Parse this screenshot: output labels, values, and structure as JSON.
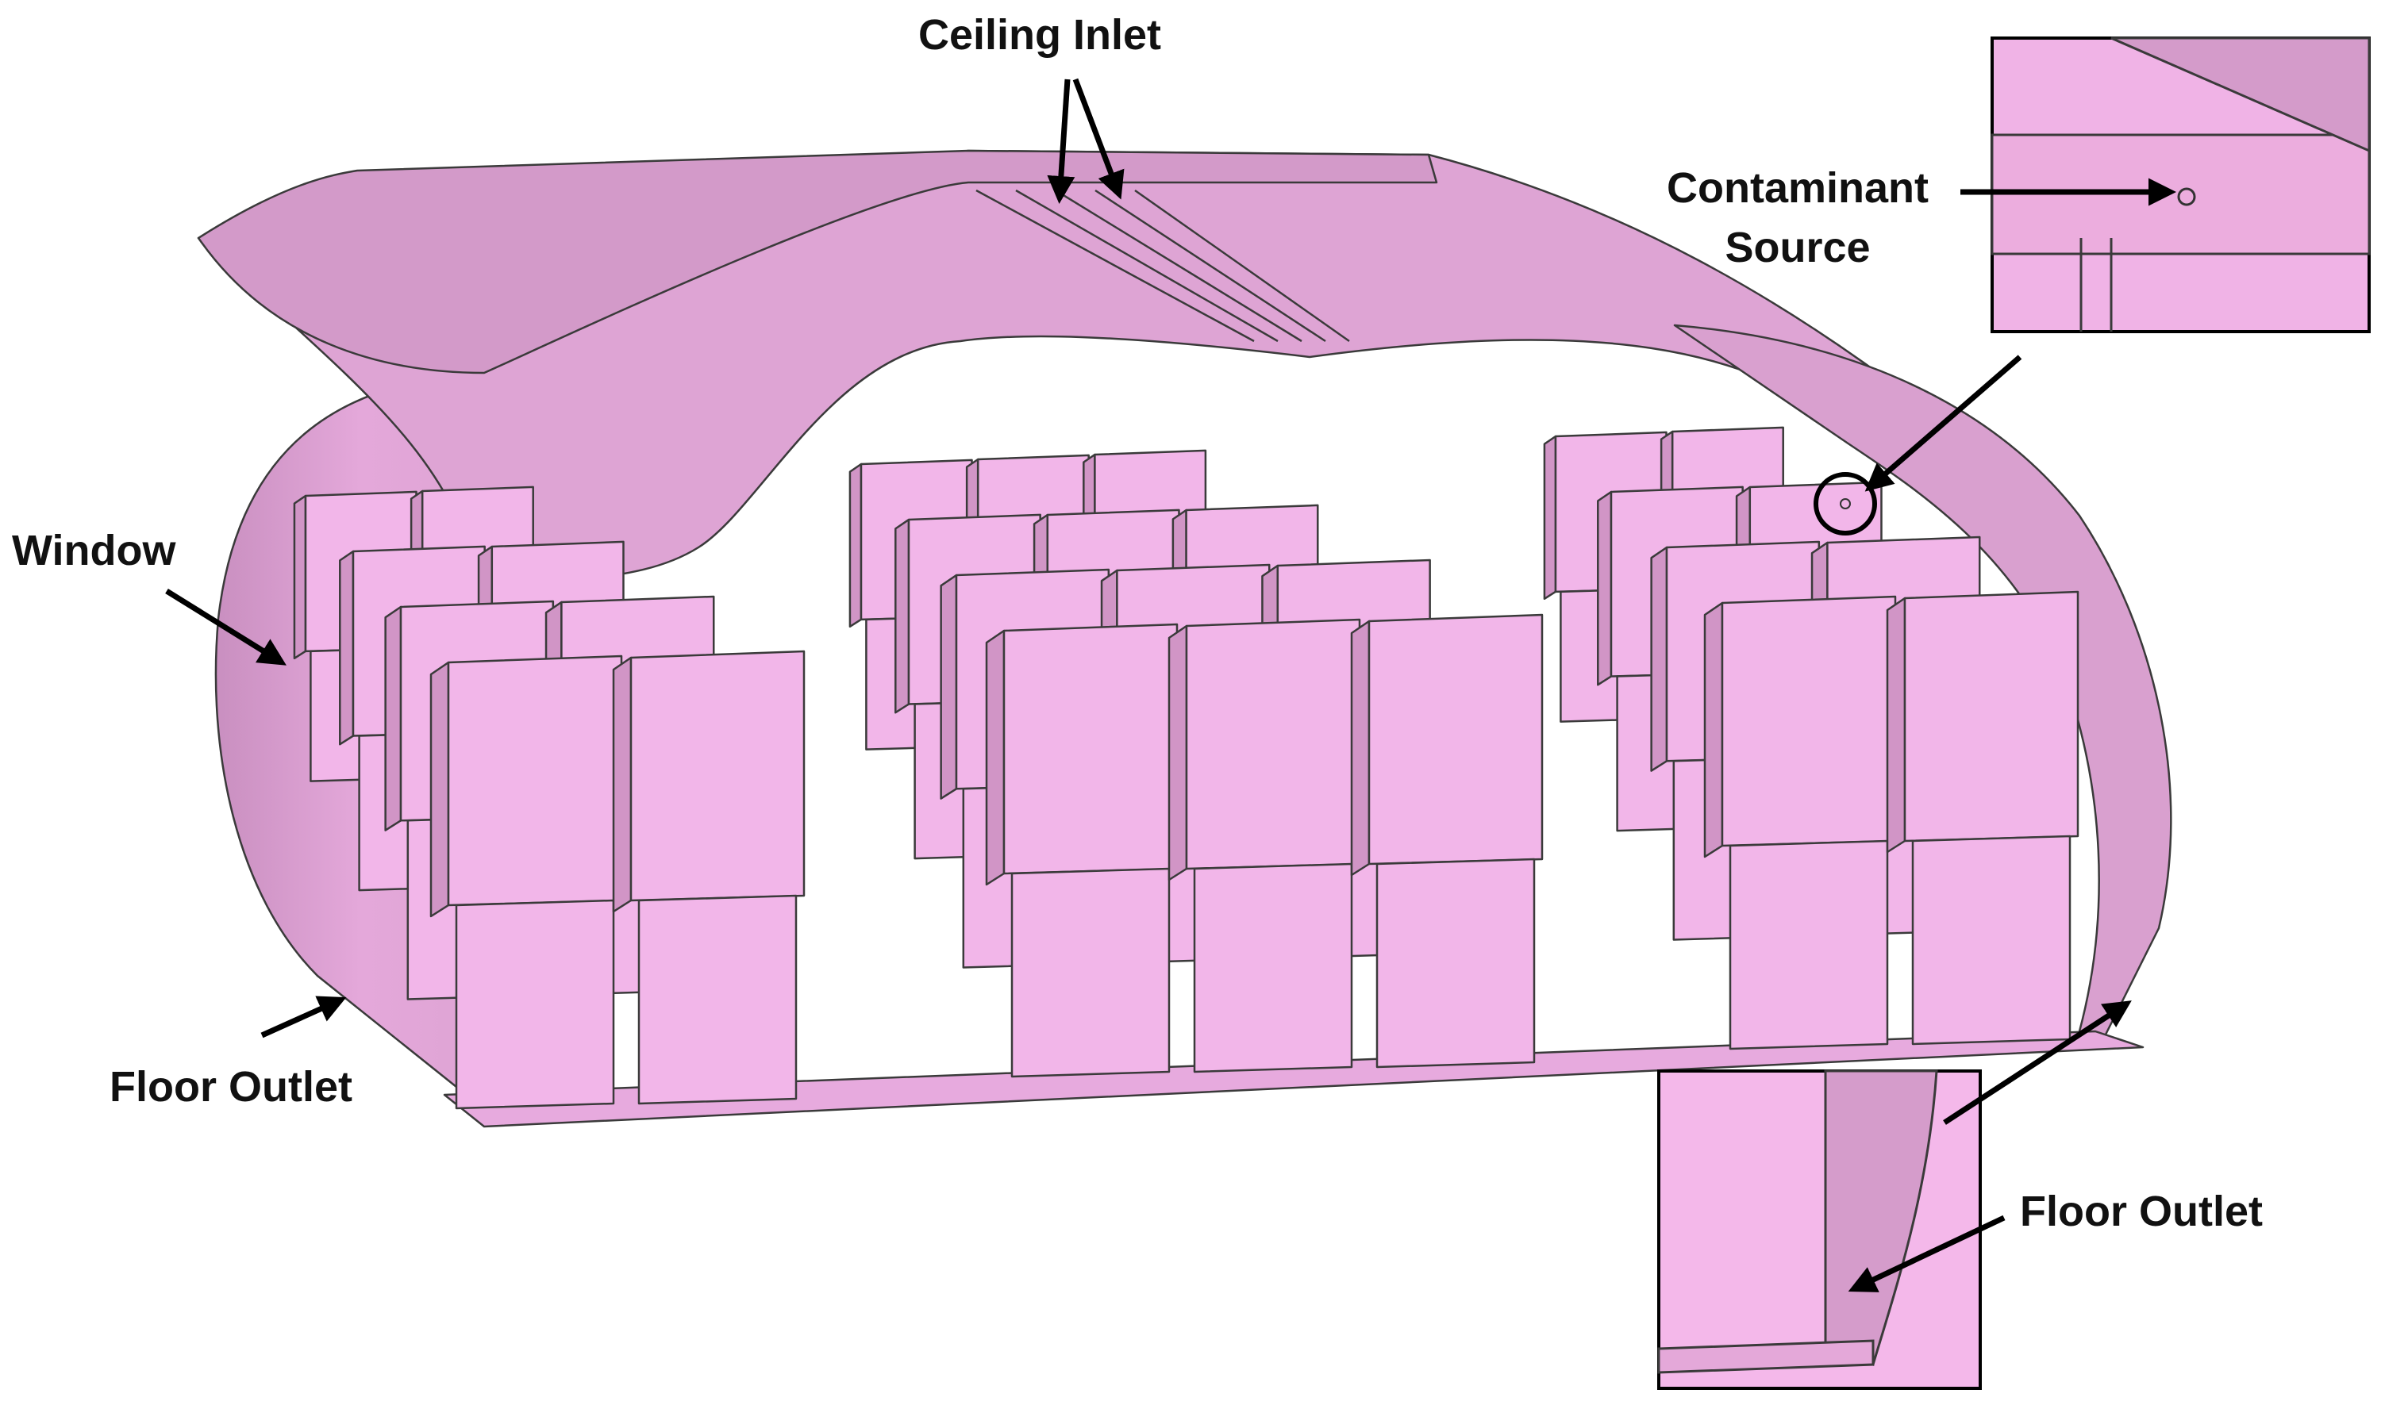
{
  "labels": {
    "ceiling_inlet": "Ceiling Inlet",
    "contaminant_source_line1": "Contaminant",
    "contaminant_source_line2": "Source",
    "window": "Window",
    "floor_outlet_left": "Floor Outlet",
    "floor_outlet_right": "Floor Outlet"
  },
  "colors": {
    "surface_light": "#f2b6e9",
    "surface_mid": "#e8a9dd",
    "surface_dark": "#d195c6",
    "edge": "#3a3a3a",
    "annotation": "#000000"
  },
  "geometry_counts": {
    "seat_rows": 4,
    "seat_groups": 3
  }
}
